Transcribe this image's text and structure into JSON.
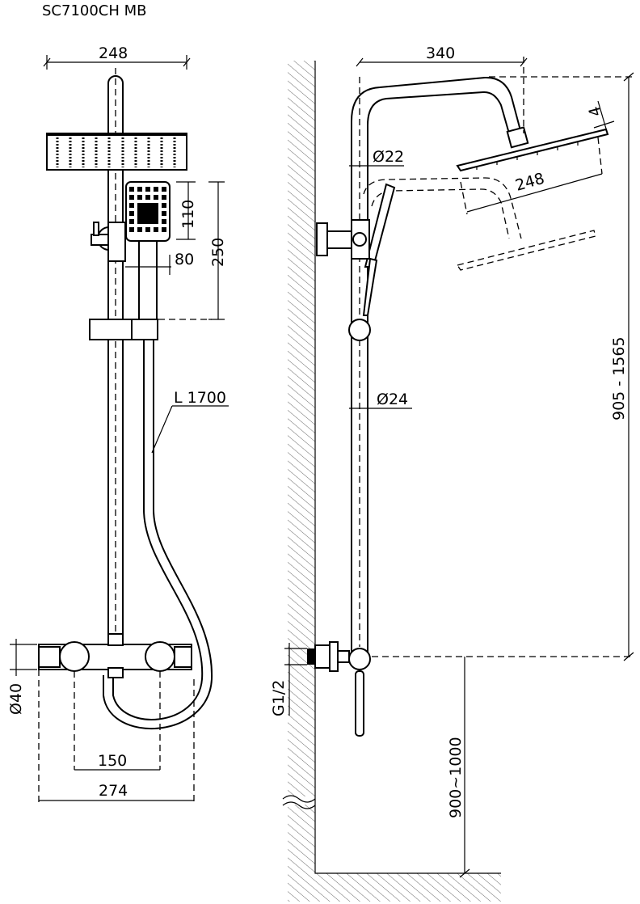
{
  "title": "SC7100CH MB",
  "front_view": {
    "head_width": "248",
    "hand_shower_height": "110",
    "holder_span": "250",
    "hand_shower_offset": "80",
    "hose_length": "L 1700",
    "mixer_diameter": "Ø40",
    "inlet_spacing": "150",
    "mixer_width": "274"
  },
  "side_view": {
    "arm_reach": "340",
    "head_thickness": "4",
    "upper_pipe_diameter": "Ø22",
    "head_width": "248",
    "lower_pipe_diameter": "Ø24",
    "height_range": "905 - 1565",
    "thread": "G1/2",
    "mount_height": "900~1000"
  }
}
